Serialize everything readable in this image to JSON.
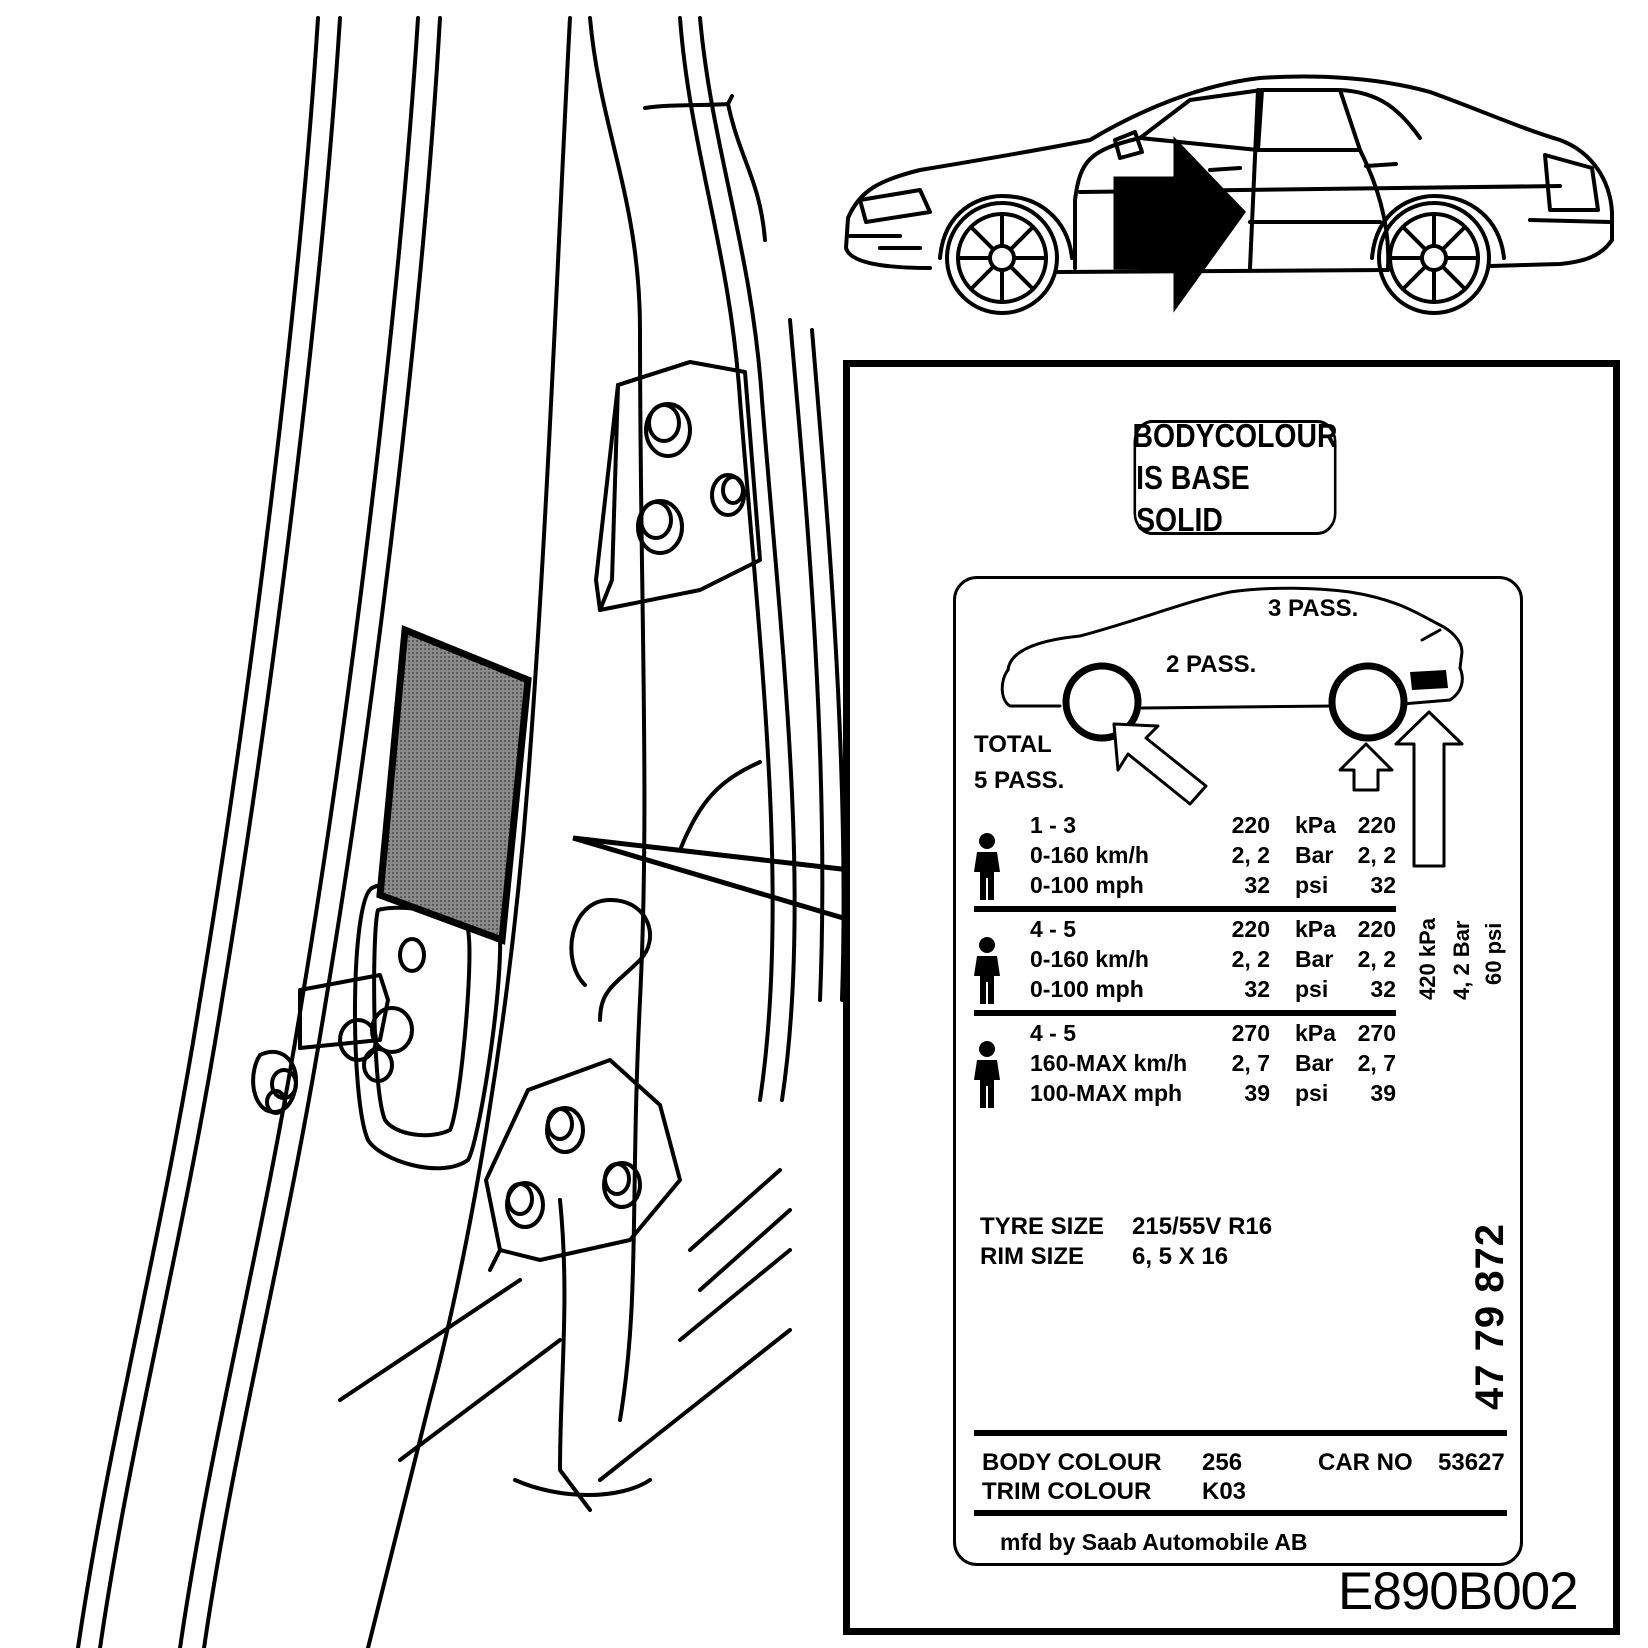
{
  "badge": {
    "line1": "BODYCOLOUR",
    "line2": "IS BASE SOLID"
  },
  "pass_diagram": {
    "rear_label": "3 PASS.",
    "front_label": "2 PASS.",
    "total_line1": "TOTAL",
    "total_line2": "5 PASS."
  },
  "pressure_table": {
    "rows": [
      {
        "load": "1  -  3",
        "speed_kmh": "0-160 km/h",
        "speed_mph": "0-100 mph",
        "front_kpa": "220",
        "front_bar": "2, 2",
        "front_psi": "32",
        "rear_kpa": "220",
        "rear_bar": "2, 2",
        "rear_psi": "32"
      },
      {
        "load": "4  -  5",
        "speed_kmh": "0-160 km/h",
        "speed_mph": "0-100 mph",
        "front_kpa": "220",
        "front_bar": "2, 2",
        "front_psi": "32",
        "rear_kpa": "220",
        "rear_bar": "2, 2",
        "rear_psi": "32"
      },
      {
        "load": "4  -  5",
        "speed_kmh": "160-MAX km/h",
        "speed_mph": "100-MAX mph",
        "front_kpa": "270",
        "front_bar": "2, 7",
        "front_psi": "39",
        "rear_kpa": "270",
        "rear_bar": "2, 7",
        "rear_psi": "39"
      }
    ],
    "units": {
      "kpa": "kPa",
      "bar": "Bar",
      "psi": "psi"
    }
  },
  "spare": {
    "kpa": "420 kPa",
    "bar": "4, 2 Bar",
    "psi": "60 psi"
  },
  "tyre": {
    "tyre_label": "TYRE SIZE",
    "tyre_value": "215/55V  R16",
    "rim_label": "RIM SIZE",
    "rim_value": "6, 5  X  16"
  },
  "part_number": "47 79 872",
  "colours": {
    "body_label": "BODY  COLOUR",
    "body_value": "256",
    "trim_label": "TRIM   COLOUR",
    "trim_value": "K03",
    "car_no_label": "CAR  NO",
    "car_no_value": "53627"
  },
  "manufacturer": "mfd by Saab Automobile AB",
  "figure_code": "E890B002"
}
